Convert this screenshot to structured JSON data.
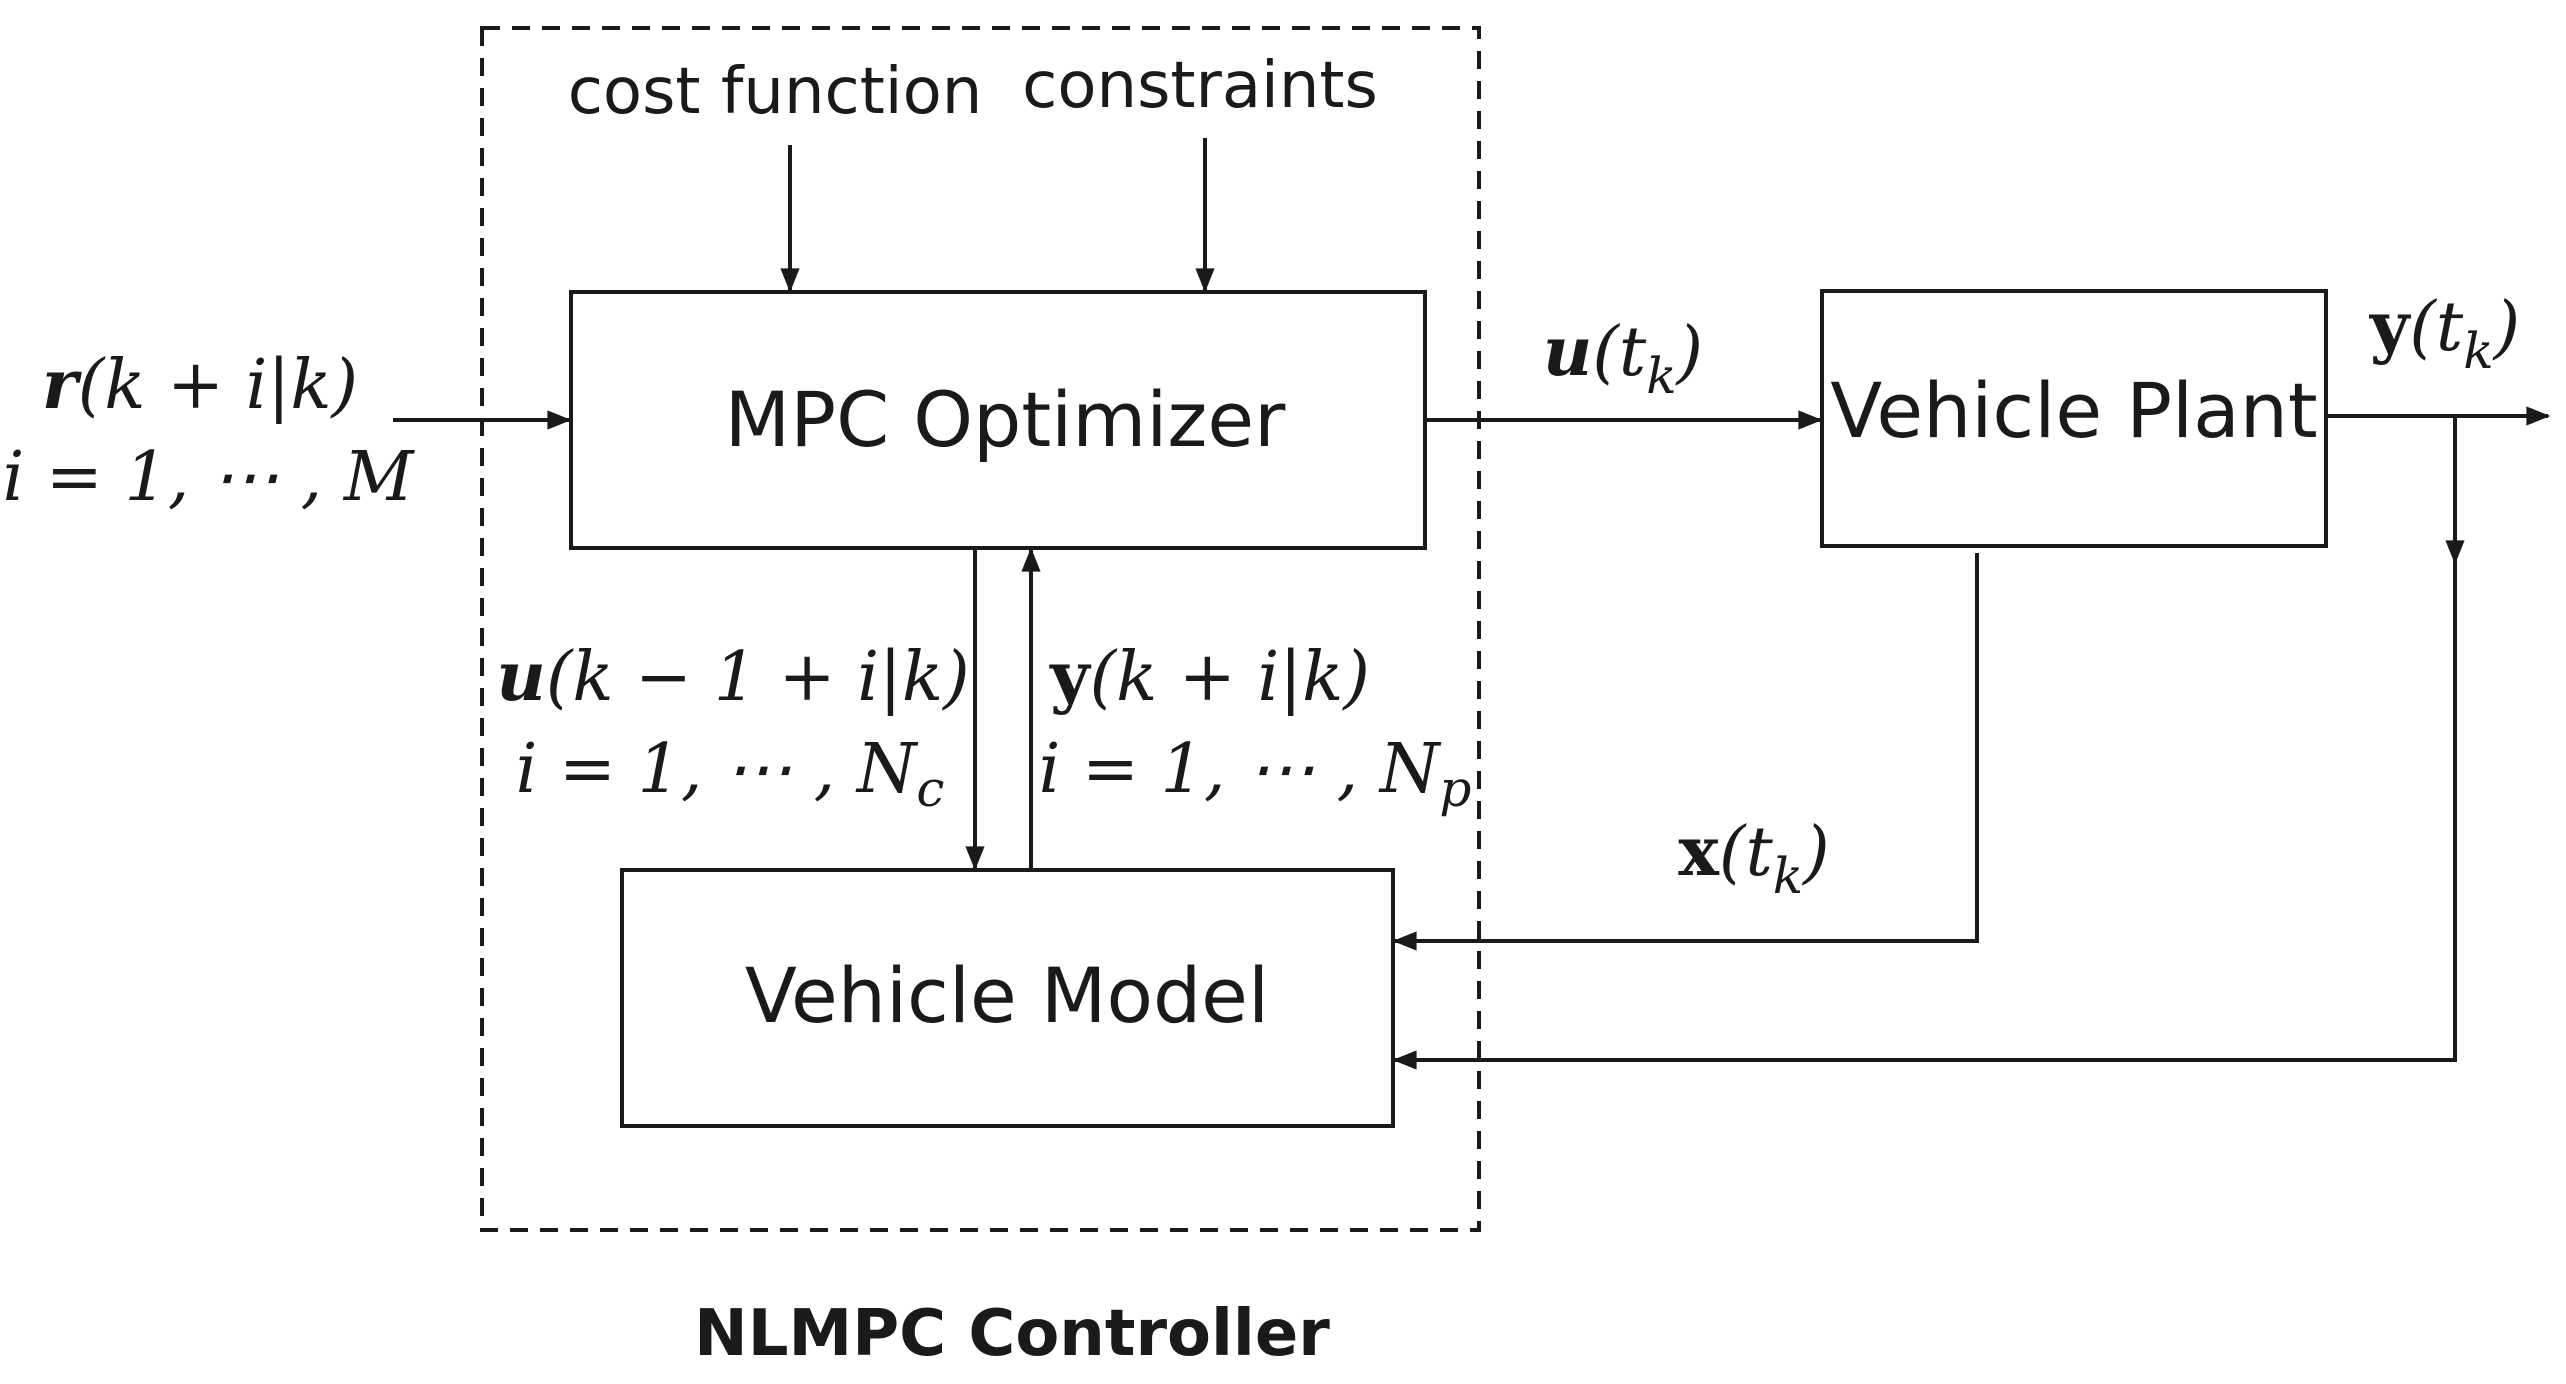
{
  "controller_caption": "NLMPC Controller",
  "blocks": {
    "optimizer": "MPC Optimizer",
    "plant": "Vehicle Plant",
    "model": "Vehicle Model"
  },
  "inputs": {
    "cost_function": "cost function",
    "constraints": "constraints"
  },
  "signals": {
    "reference": {
      "symbol": "r",
      "args": "(k + i|k)",
      "range_var": "i = 1, ⋯ , ",
      "range_end": "M"
    },
    "control_output": {
      "symbol": "u",
      "open": "(t",
      "sub": "k",
      "close": ")"
    },
    "plant_output": {
      "symbol": "y",
      "open": "(t",
      "sub": "k",
      "close": ")"
    },
    "plant_state": {
      "symbol": "x",
      "open": "(t",
      "sub": "k",
      "close": ")"
    },
    "control_sequence": {
      "symbol": "u",
      "args": "(k − 1 + i|k)",
      "range_var": "i = 1, ⋯ , N",
      "range_sub": "c"
    },
    "predicted_output": {
      "symbol": "y",
      "args": "(k + i|k)",
      "range_var": "i = 1, ⋯ , N",
      "range_sub": "p"
    }
  },
  "colors": {
    "stroke": "#1a1a1a",
    "background": "#ffffff"
  }
}
